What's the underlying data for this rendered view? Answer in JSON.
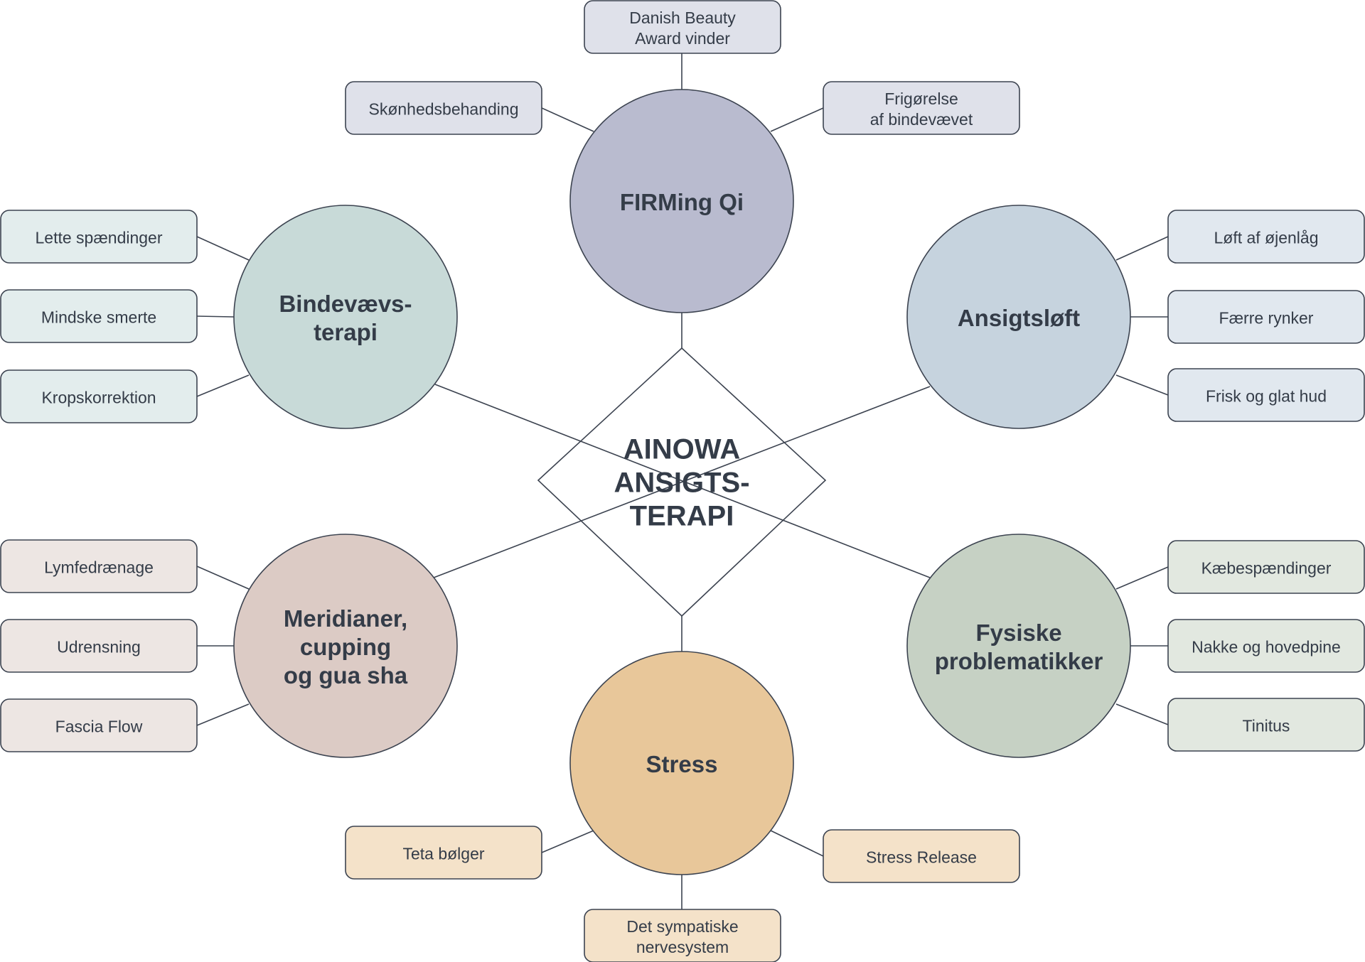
{
  "center": {
    "lines": [
      "AINOWA",
      "ANSIGTS-",
      "TERAPI"
    ]
  },
  "nodes": {
    "firming": {
      "lines": [
        "FIRMing Qi"
      ],
      "color": "#b9bbcf",
      "box_color": "#dfe1ea",
      "items": [
        {
          "lines": [
            "Danish Beauty",
            "Award vinder"
          ]
        },
        {
          "lines": [
            "Skønhedsbehanding"
          ]
        },
        {
          "lines": [
            "Frigørelse",
            "af bindevævet"
          ]
        }
      ]
    },
    "ansigt": {
      "lines": [
        "Ansigtsløft"
      ],
      "color": "#c6d3de",
      "box_color": "#e1e8ef",
      "items": [
        {
          "lines": [
            "Løft af øjenlåg"
          ]
        },
        {
          "lines": [
            "Færre rynker"
          ]
        },
        {
          "lines": [
            "Frisk og glat hud"
          ]
        }
      ]
    },
    "binde": {
      "lines": [
        "Bindevævs-",
        "terapi"
      ],
      "color": "#c8dad8",
      "box_color": "#e3eded",
      "items": [
        {
          "lines": [
            "Lette spændinger"
          ]
        },
        {
          "lines": [
            "Mindske smerte"
          ]
        },
        {
          "lines": [
            "Kropskorrektion"
          ]
        }
      ]
    },
    "meridian": {
      "lines": [
        "Meridianer,",
        "cupping",
        "og gua sha"
      ],
      "color": "#dccbc5",
      "box_color": "#ede6e3",
      "items": [
        {
          "lines": [
            "Lymfedrænage"
          ]
        },
        {
          "lines": [
            "Udrensning"
          ]
        },
        {
          "lines": [
            "Fascia Flow"
          ]
        }
      ]
    },
    "fysiske": {
      "lines": [
        "Fysiske",
        "problematikker"
      ],
      "color": "#c6d1c4",
      "box_color": "#e2e8e0",
      "items": [
        {
          "lines": [
            "Kæbespændinger"
          ]
        },
        {
          "lines": [
            "Nakke og hovedpine"
          ]
        },
        {
          "lines": [
            "Tinitus"
          ]
        }
      ]
    },
    "stress": {
      "lines": [
        "Stress"
      ],
      "color": "#e8c79a",
      "box_color": "#f4e2c9",
      "items": [
        {
          "lines": [
            "Det sympatiske",
            "nervesystem"
          ]
        },
        {
          "lines": [
            "Teta bølger"
          ]
        },
        {
          "lines": [
            "Stress Release"
          ]
        }
      ]
    }
  }
}
